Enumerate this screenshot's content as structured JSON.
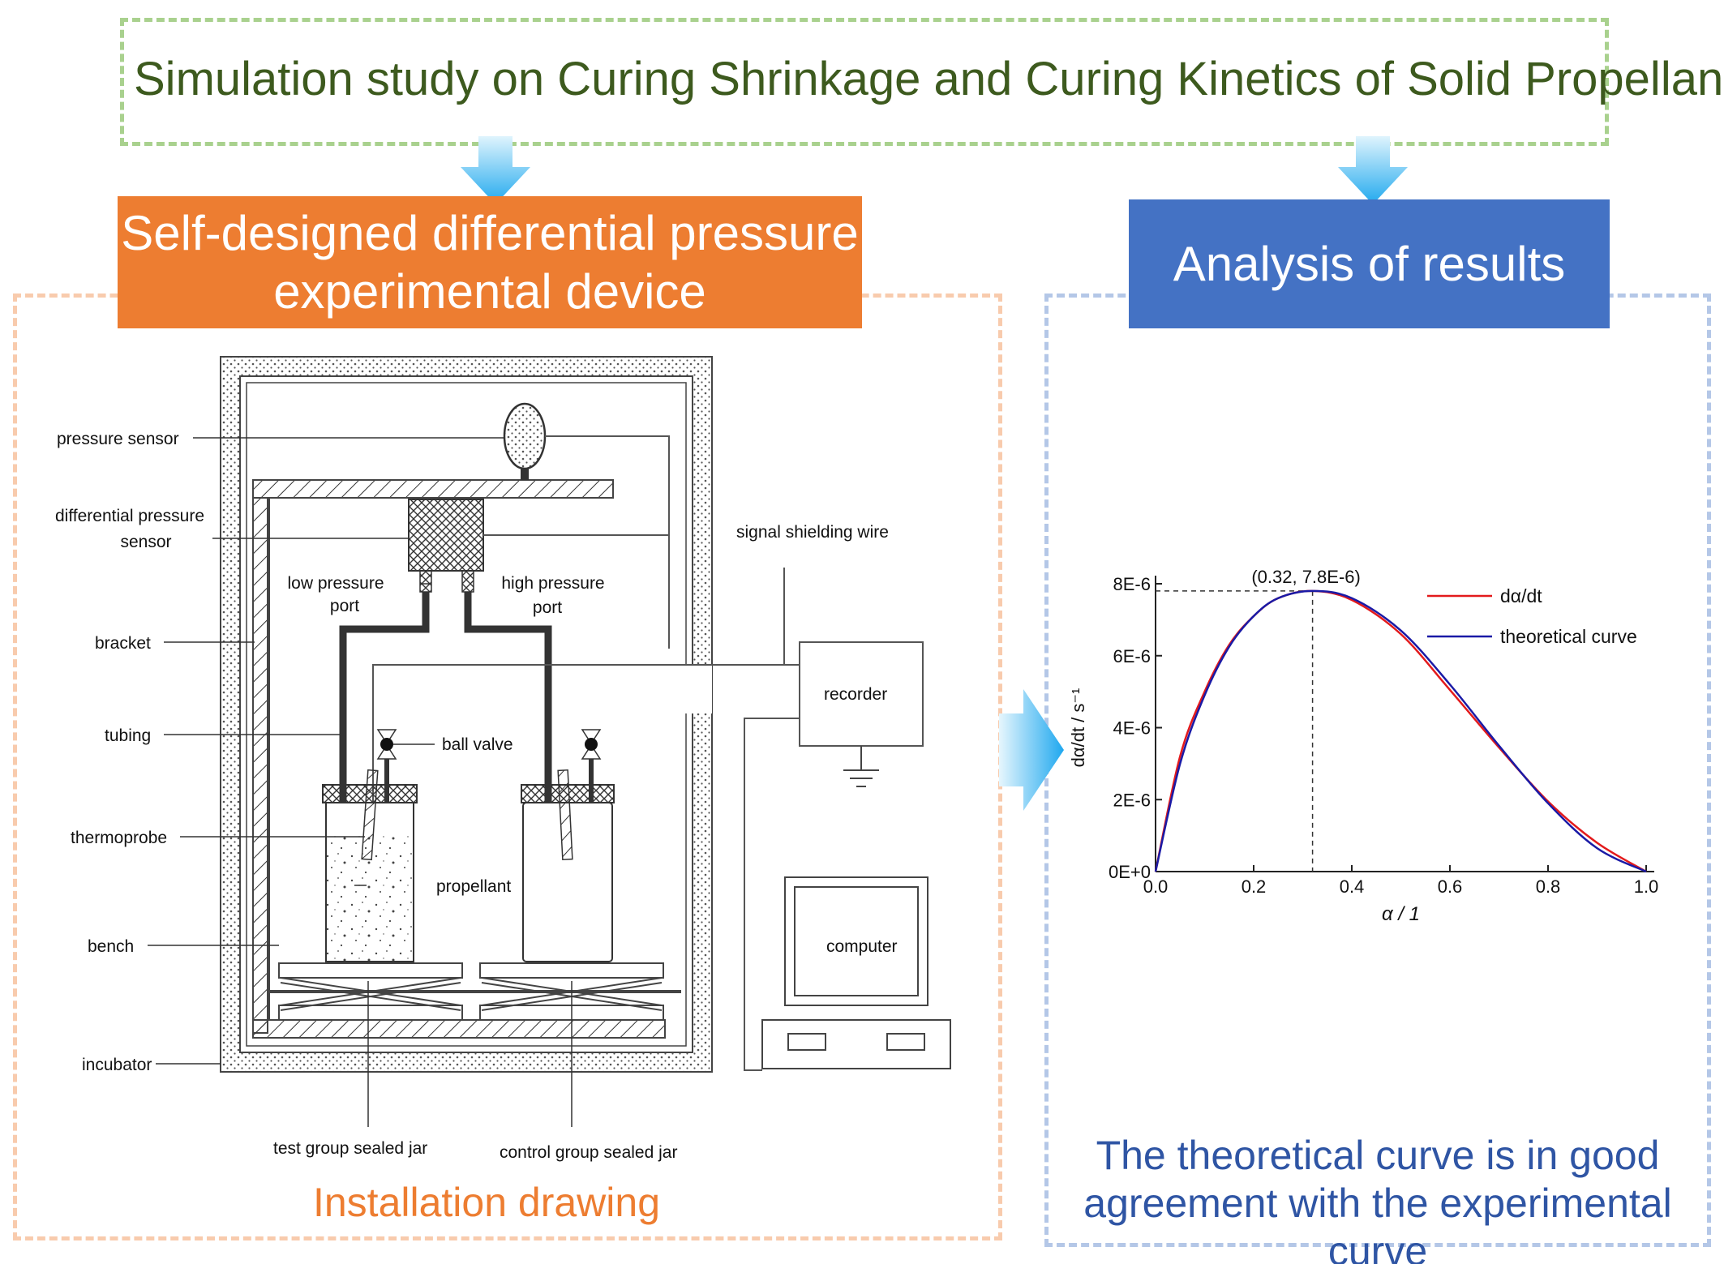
{
  "colors": {
    "title_text": "#3d5a1e",
    "title_border": "#a9d18e",
    "orange": "#ed7d31",
    "orange_border": "#f8cbad",
    "blue": "#4472c4",
    "blue_border": "#b4c7e7",
    "arrow": "#29b6f6",
    "caption_blue": "#2f55a4"
  },
  "title": "Simulation study on Curing Shrinkage and Curing Kinetics of Solid Propellant",
  "left_panel": {
    "banner_line1": "Self-designed differential pressure",
    "banner_line2": "experimental device",
    "caption": "Installation drawing",
    "labels": {
      "pressure_sensor": "pressure sensor",
      "diff_pressure_sensor_1": "differential pressure",
      "diff_pressure_sensor_2": "sensor",
      "bracket": "bracket",
      "tubing": "tubing",
      "thermoprobe": "thermoprobe",
      "bench": "bench",
      "incubator": "incubator",
      "low_port_1": "low pressure",
      "low_port_2": "port",
      "high_port_1": "high pressure",
      "high_port_2": "port",
      "ball_valve": "ball valve",
      "propellant": "propellant",
      "signal_wire": "signal shielding wire",
      "recorder": "recorder",
      "computer": "computer",
      "test_jar": "test group sealed jar",
      "control_jar": "control group sealed jar"
    }
  },
  "right_panel": {
    "banner": "Analysis of results",
    "caption_line1": "The theoretical curve is in good",
    "caption_line2": "agreement with the experimental curve"
  },
  "chart_data": {
    "type": "line",
    "xlabel": "α / 1",
    "ylabel": "dα/dt / s⁻¹",
    "xlim": [
      0,
      1
    ],
    "ylim": [
      0,
      8e-06
    ],
    "x_ticks": [
      "0.0",
      "0.2",
      "0.4",
      "0.6",
      "0.8",
      "1.0"
    ],
    "y_ticks": [
      "0E+0",
      "2E-6",
      "4E-6",
      "6E-6",
      "8E-6"
    ],
    "annotation": "(0.32, 7.8E-6)",
    "peak": {
      "x": 0.32,
      "y": 7.8e-06
    },
    "legend_position": "top-right",
    "series": [
      {
        "name": "dα/dt",
        "color": "#e31a1c",
        "x": [
          0,
          0.05,
          0.1,
          0.15,
          0.2,
          0.25,
          0.32,
          0.4,
          0.5,
          0.6,
          0.7,
          0.8,
          0.9,
          1.0
        ],
        "y": [
          0,
          3.2e-06,
          5e-06,
          6.3e-06,
          7.1e-06,
          7.6e-06,
          7.8e-06,
          7.55e-06,
          6.6e-06,
          5.05e-06,
          3.45e-06,
          1.95e-06,
          8e-07,
          0
        ]
      },
      {
        "name": "theoretical curve",
        "color": "#1a1aa6",
        "x": [
          0,
          0.05,
          0.1,
          0.15,
          0.2,
          0.25,
          0.32,
          0.4,
          0.5,
          0.6,
          0.7,
          0.8,
          0.9,
          1.0
        ],
        "y": [
          0,
          3e-06,
          4.9e-06,
          6.25e-06,
          7.1e-06,
          7.6e-06,
          7.8e-06,
          7.6e-06,
          6.7e-06,
          5.2e-06,
          3.5e-06,
          1.9e-06,
          6.5e-07,
          0
        ]
      }
    ]
  }
}
